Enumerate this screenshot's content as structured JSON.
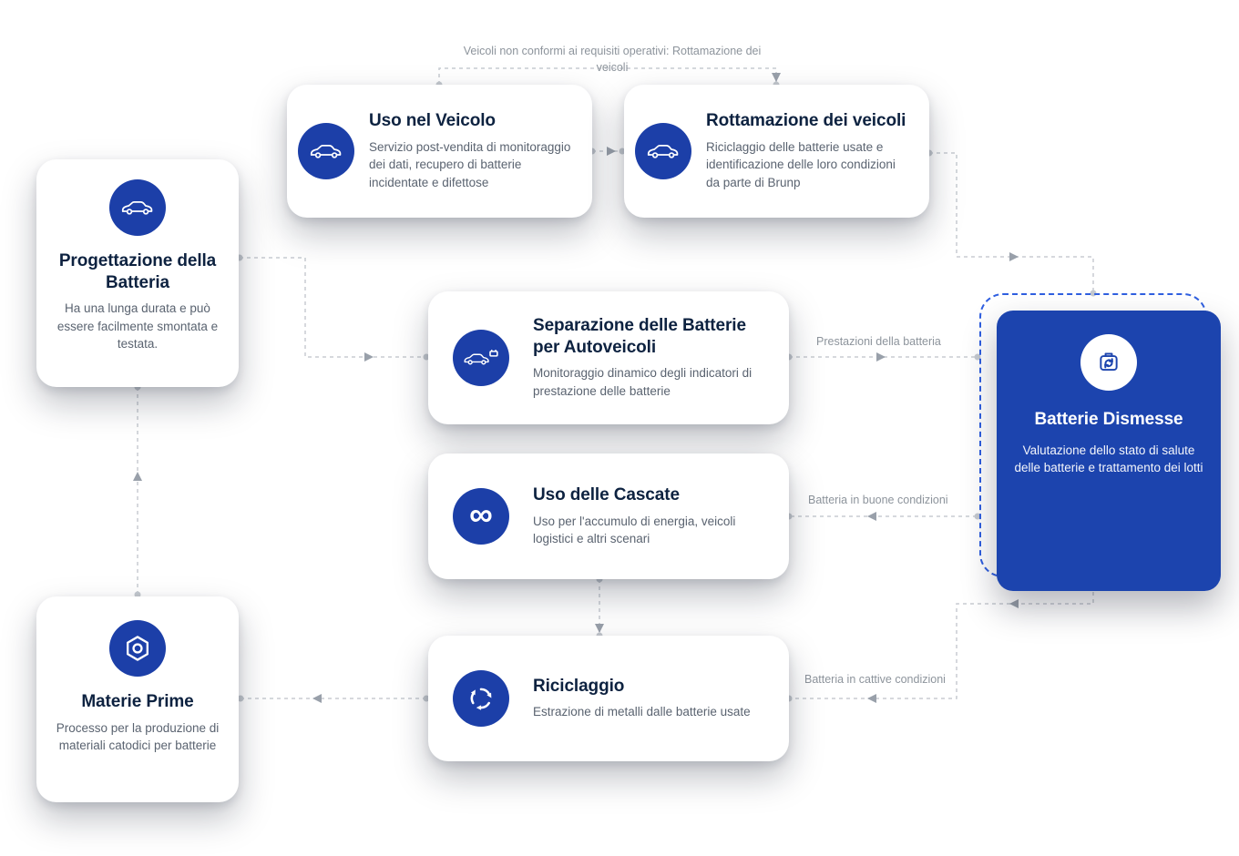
{
  "colors": {
    "icon_circle_blue": "#1c3fa8",
    "card_blue": "#1c44ae",
    "dashed_frame_blue": "#2f5fe0",
    "title_text": "#0d2240",
    "body_text": "#5a6370",
    "edge_label_text": "#8d949c",
    "connector_line": "#c8ccd2",
    "card_background": "#ffffff"
  },
  "nodes": {
    "progettazione": {
      "icon": "car-icon",
      "title": "Progettazione della Batteria",
      "body": "Ha una lunga durata e può essere facilmente smontata e testata."
    },
    "uso_veicolo": {
      "icon": "car-icon",
      "title": "Uso nel Veicolo",
      "body": "Servizio post-vendita di monitoraggio dei dati, recupero di batterie incidentate e difettose"
    },
    "rottamazione": {
      "icon": "car-icon",
      "title": "Rottamazione dei veicoli",
      "body": "Riciclaggio delle batterie usate e identificazione delle loro condizioni da parte di Brunp"
    },
    "separazione": {
      "icon": "car-battery-icon",
      "title": "Separazione delle Batterie per Autoveicoli",
      "body": "Monitoraggio dinamico degli indicatori di prestazione delle batterie"
    },
    "cascate": {
      "icon": "infinity-icon",
      "title": "Uso delle Cascate",
      "body": "Uso per l'accumulo di energia, veicoli logistici e altri scenari"
    },
    "riciclaggio": {
      "icon": "recycle-icon",
      "title": "Riciclaggio",
      "body": "Estrazione di metalli dalle batterie usate"
    },
    "batterie_dismesse": {
      "icon": "battery-recycle-icon",
      "title": "Batterie Dismesse",
      "body": "Valutazione dello stato di salute delle batterie e trattamento dei lotti"
    },
    "materie_prime": {
      "icon": "hexagon-nut-icon",
      "title": "Materie Prime",
      "body": "Processo per la produzione di materiali catodici per batterie"
    }
  },
  "edge_labels": {
    "non_conformi": "Veicoli non conformi ai requisiti operativi: Rottamazione dei veicoli",
    "prestazioni": "Prestazioni della batteria",
    "buone_condizioni": "Batteria in buone condizioni",
    "cattive_condizioni": "Batteria in cattive condizioni"
  }
}
